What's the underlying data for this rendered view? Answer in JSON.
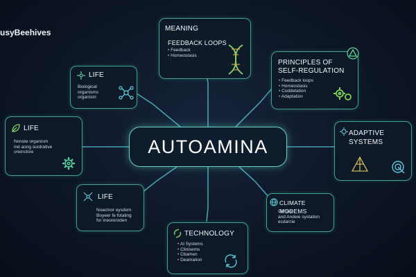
{
  "brand": "usyBeehives",
  "center": "AUTOAMINA",
  "nodes": {
    "meaning": {
      "title": "MEANING",
      "subtitle": "FEEDBACK LOOPS",
      "items": [
        "Feedback",
        "Homeostasis"
      ],
      "icon": "dna-icon"
    },
    "principles": {
      "title_line1": "PRINCIPLES OF",
      "title_line2": "SELF-REGULATION",
      "items": [
        "Feedback loops",
        "Homeostasis",
        "Coddetation",
        "Adaptation"
      ],
      "icon": "gears-icon"
    },
    "life_top": {
      "title": "LIFE",
      "lines": [
        "Biological",
        "organisms",
        "organism"
      ],
      "icon": "molecule-icon"
    },
    "life_left": {
      "title": "LIFE",
      "lines": [
        "Nonste organism",
        "ind aong surdrative",
        "onenclore"
      ],
      "icon": "leaf-icon"
    },
    "adaptive": {
      "title_line1": "ADAPTIVE",
      "title_line2": "SYSTEMS",
      "icon": "gear-icon"
    },
    "life_bottom": {
      "title": "LIFE",
      "lines": [
        "Noaclnor eysdem",
        "Boyeer fe fotaling",
        "for ineoreroden"
      ],
      "icon": "circuit-icon"
    },
    "climate": {
      "title": "CLIMATE MODEMS",
      "lines": [
        "Climate",
        "and Andeie systation",
        "ecdarcle"
      ],
      "icon": "globe-icon"
    },
    "technology": {
      "title": "TECHNOLOGY",
      "items": [
        "AI Systems",
        "Clinisems",
        "Cbamen",
        "Deamation"
      ],
      "icon": "recycle-icon"
    }
  },
  "colors": {
    "accent": "#3fa58f",
    "line": "#4fb9c4",
    "background": "#0d1626"
  }
}
